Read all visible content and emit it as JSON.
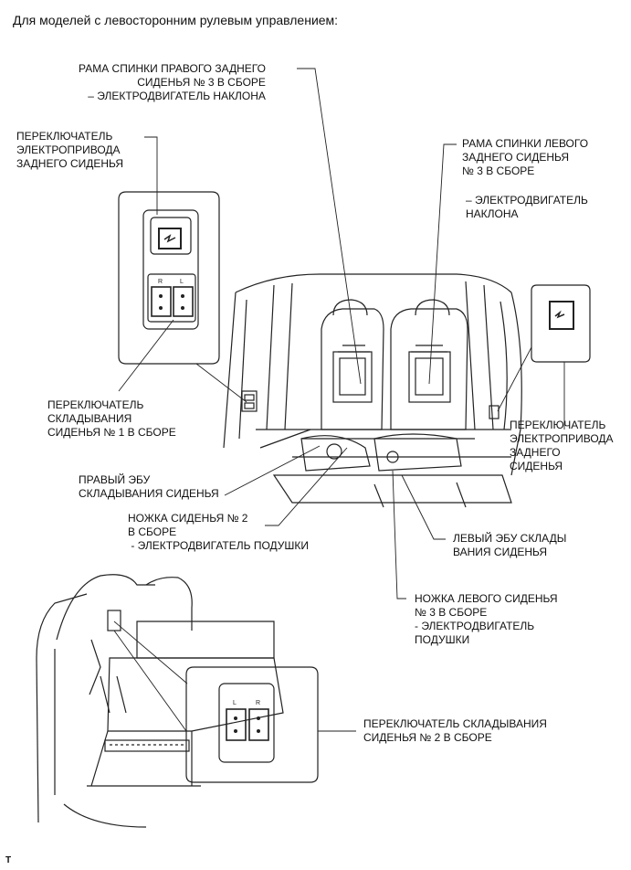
{
  "title": "Для моделей с левосторонним рулевым управлением:",
  "labels": {
    "right_seatback_frame": "РАМА СПИНКИ ПРАВОГО ЗАДНЕГО\nСИДЕНЬЯ № 3 В СБОРЕ\n– ЭЛЕКТРОДВИГАТЕЛЬ НАКЛОНА",
    "rear_power_switch_left": "ПЕРЕКЛЮЧАТЕЛЬ\nЭЛЕКТРОПРИВОДА\nЗАДНЕГО СИДЕНЬЯ",
    "left_seatback_frame": "РАМА СПИНКИ ЛЕВОГО\nЗАДНЕГО СИДЕНЬЯ\n№ 3 В СБОРЕ",
    "left_seatback_motor": "– ЭЛЕКТРОДВИГАТЕЛЬ\nНАКЛОНА",
    "fold_switch_1": "ПЕРЕКЛЮЧАТЕЛЬ\nСКЛАДЫВАНИЯ\nСИДЕНЬЯ № 1 В СБОРЕ",
    "rear_power_switch_right": "ПЕРЕКЛЮЧАТЕЛЬ\nЭЛЕКТРОПРИВОДА\nЗАДНЕГО\nСИДЕНЬЯ",
    "right_fold_ecu": "ПРАВЫЙ ЭБУ\nСКЛАДЫВАНИЯ СИДЕНЬЯ",
    "seat_leg_2": "НОЖКА СИДЕНЬЯ № 2\nВ СБОРЕ\n - ЭЛЕКТРОДВИГАТЕЛЬ ПОДУШКИ",
    "left_fold_ecu": "ЛЕВЫЙ ЭБУ СКЛАДЫ\nВАНИЯ СИДЕНЬЯ",
    "left_seat_leg_3": "НОЖКА ЛЕВОГО СИДЕНЬЯ\n№ 3 В СБОРЕ\n- ЭЛЕКТРОДВИГАТЕЛЬ\nПОДУШКИ",
    "fold_switch_2": "ПЕРЕКЛЮЧАТЕЛЬ СКЛАДЫВАНИЯ\nСИДЕНЬЯ № 2 В СБОРЕ"
  },
  "switch_letters": {
    "r": "R",
    "l": "L"
  },
  "footer": "T"
}
